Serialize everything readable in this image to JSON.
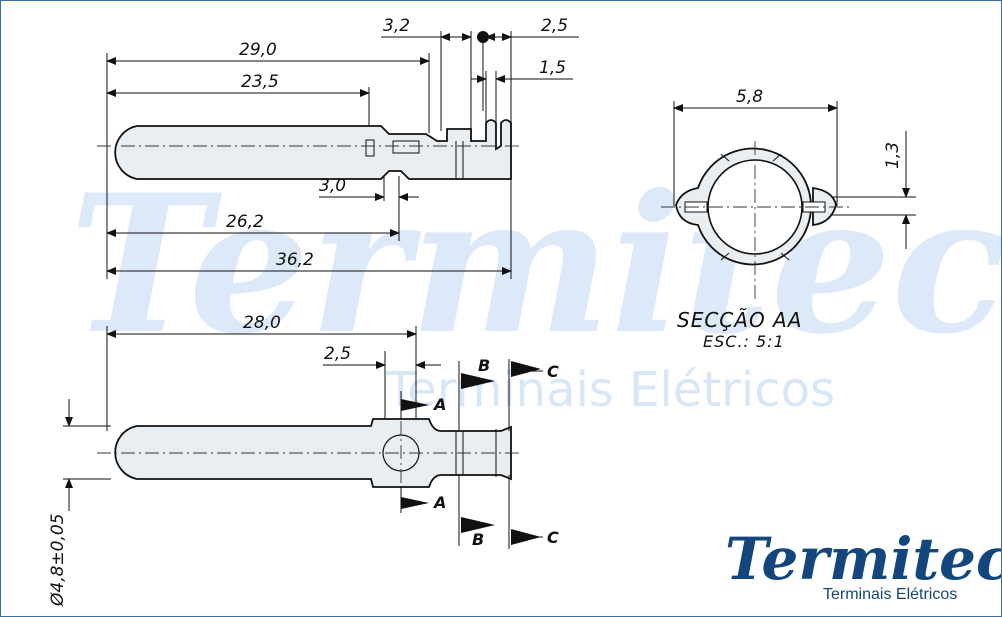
{
  "watermark": {
    "brand": "Termitec",
    "tagline": "Terminais Elétricos"
  },
  "logo": {
    "brand": "Termitec",
    "tagline": "Terminais Elétricos",
    "color": "#12467e"
  },
  "top_view": {
    "d_29_0": "29,0",
    "d_23_5": "23,5",
    "d_3_2": "3,2",
    "d_2_5": "2,5",
    "d_1_5": "1,5",
    "d_3_0": "3,0",
    "d_26_2": "26,2",
    "d_36_2": "36,2"
  },
  "section": {
    "d_5_8": "5,8",
    "d_1_3": "1,3",
    "title": "SECÇÃO AA",
    "scale": "ESC.: 5:1"
  },
  "bottom_view": {
    "d_28_0": "28,0",
    "d_2_5": "2,5",
    "diameter": "Ø4,8±0,05",
    "mark_a": "A",
    "mark_b": "B",
    "mark_c": "C"
  },
  "colors": {
    "border": "#3a6fa0",
    "watermark": "#cfe2f6"
  }
}
